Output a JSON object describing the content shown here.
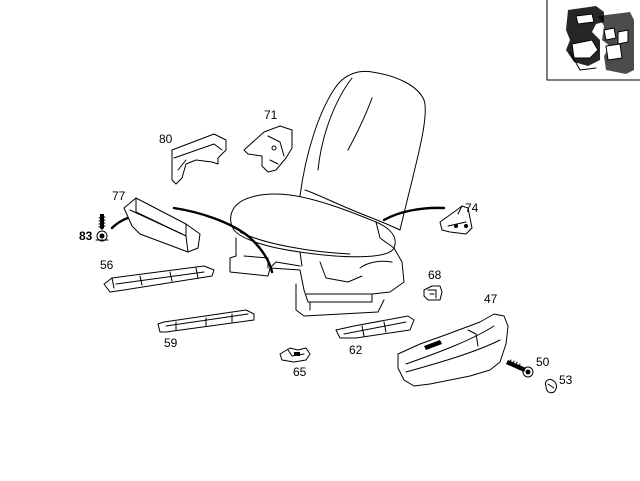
{
  "diagram": {
    "labels": {
      "p47": "47",
      "p50": "50",
      "p53": "53",
      "p56": "56",
      "p59": "59",
      "p62": "62",
      "p65": "65",
      "p68": "68",
      "p71": "71",
      "p74": "74",
      "p77": "77",
      "p80": "80",
      "p83": "83"
    }
  }
}
